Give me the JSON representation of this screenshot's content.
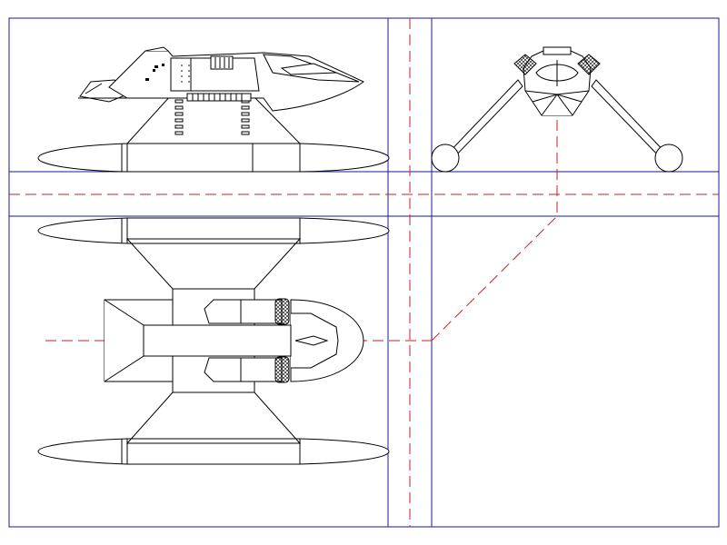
{
  "drawing": {
    "kind": "orthographic projection",
    "views": [
      "side",
      "front",
      "top"
    ],
    "colors": {
      "background": "#ffffff",
      "frame": "#1a1a8c",
      "centerline": "#cc1f1f",
      "outline": "#000000"
    }
  }
}
